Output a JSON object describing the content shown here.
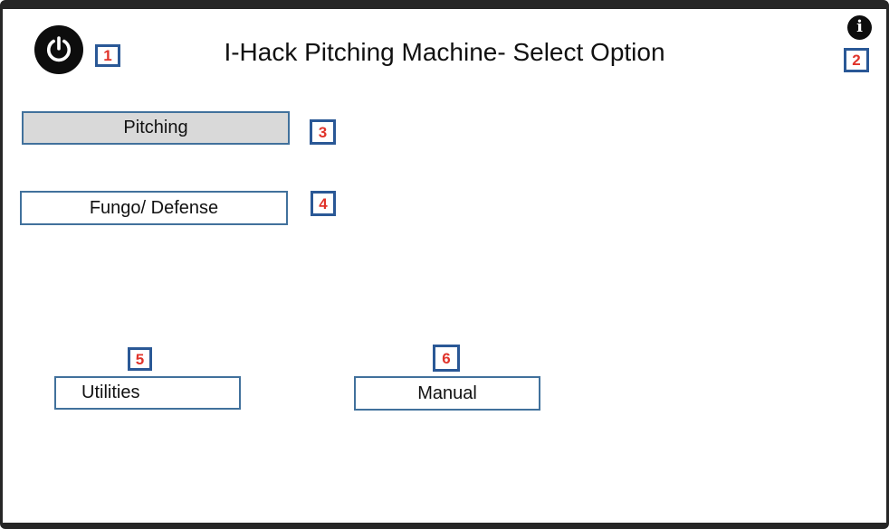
{
  "window": {
    "title": "I-Hack Pitching Machine- Select Option"
  },
  "icons": {
    "power": "power-icon",
    "info": "info-icon",
    "info_glyph": "i"
  },
  "buttons": {
    "pitching": {
      "label": "Pitching"
    },
    "fungo": {
      "label": "Fungo/ Defense"
    },
    "utilities": {
      "label": "Utilities"
    },
    "manual": {
      "label": "Manual"
    }
  },
  "callouts": {
    "power": "1",
    "info": "2",
    "pitching": "3",
    "fungo": "4",
    "utilities": "5",
    "manual": "6"
  },
  "colors": {
    "frame_bar": "#262626",
    "background": "#ffffff",
    "title_text": "#111111",
    "button_border": "#41719c",
    "pitching_fill": "#d9d9d9",
    "callout_border": "#2a5896",
    "callout_number": "#e0332a",
    "icon_black": "#0d0d0d"
  }
}
